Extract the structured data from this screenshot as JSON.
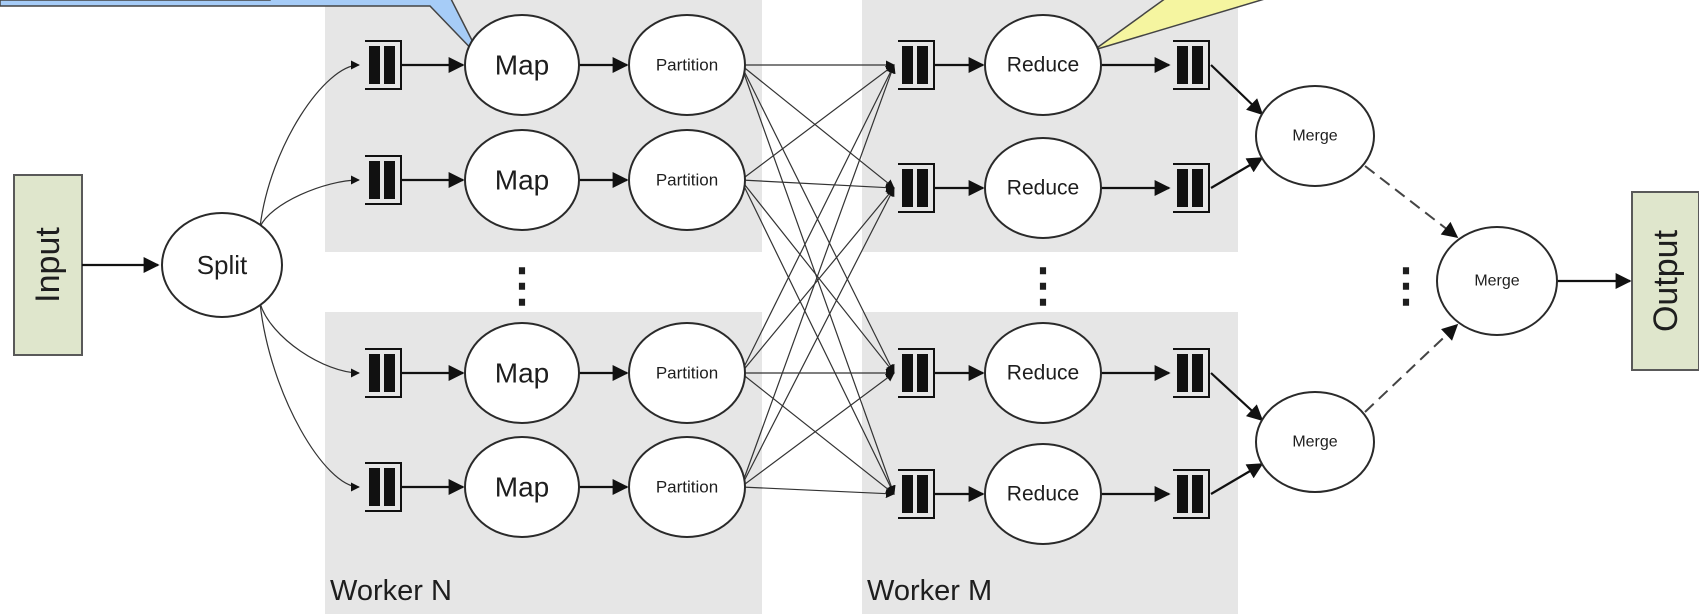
{
  "colors": {
    "worker_background": "#e6e6e6",
    "io_box": "#dfe6cc",
    "callout_blue": "#a6ccf7",
    "callout_yellow": "#f5f5a0"
  },
  "input_box": {
    "label": "Input"
  },
  "output_box": {
    "label": "Output"
  },
  "split_node": {
    "label": "Split"
  },
  "map_nodes": [
    {
      "label": "Map"
    },
    {
      "label": "Map"
    },
    {
      "label": "Map"
    },
    {
      "label": "Map"
    }
  ],
  "partition_nodes": [
    {
      "label": "Partition"
    },
    {
      "label": "Partition"
    },
    {
      "label": "Partition"
    },
    {
      "label": "Partition"
    }
  ],
  "reduce_nodes": [
    {
      "label": "Reduce"
    },
    {
      "label": "Reduce"
    },
    {
      "label": "Reduce"
    },
    {
      "label": "Reduce"
    }
  ],
  "merge_nodes": [
    {
      "label": "Merge"
    },
    {
      "label": "Merge"
    },
    {
      "label": "Merge"
    }
  ],
  "worker_groups": [
    {
      "label": "Worker N"
    },
    {
      "label": "Worker M"
    }
  ],
  "ellipsis_markers": [
    {
      "symbol": "⋮"
    },
    {
      "symbol": "⋮"
    },
    {
      "symbol": "⋮"
    }
  ]
}
